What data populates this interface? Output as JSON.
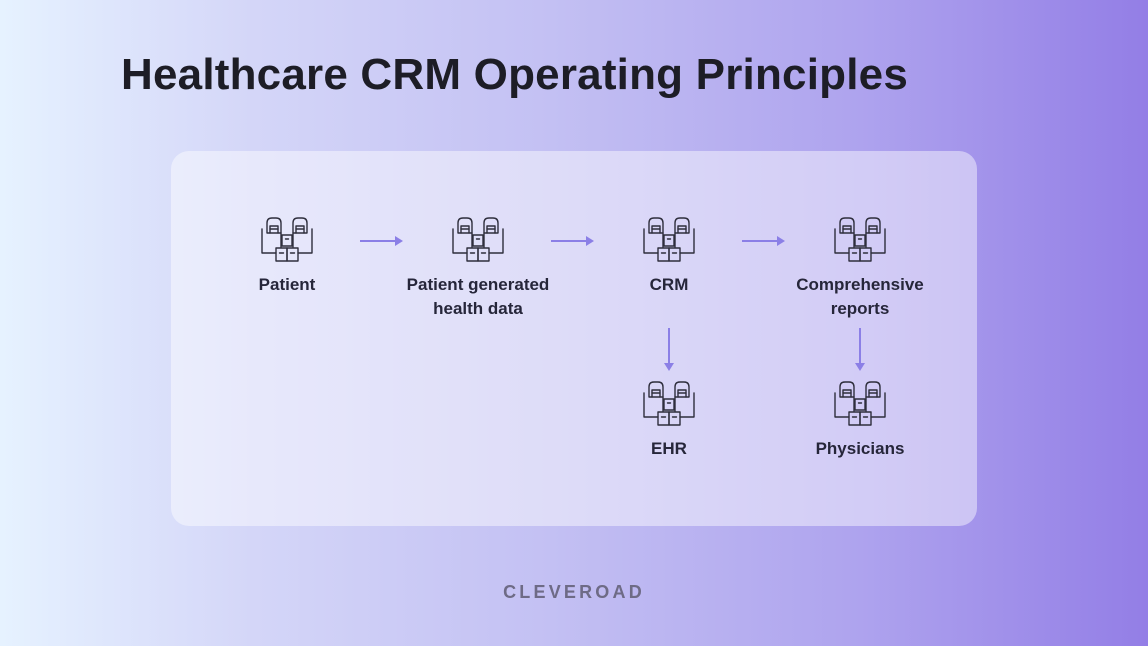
{
  "title": "Healthcare CRM Operating Principles",
  "diagram": {
    "nodes": [
      {
        "id": "patient",
        "label": "Patient",
        "icon": "building-blocks-icon"
      },
      {
        "id": "pghd",
        "label": "Patient generated health data",
        "icon": "building-blocks-icon"
      },
      {
        "id": "crm",
        "label": "CRM",
        "icon": "building-blocks-icon"
      },
      {
        "id": "reports",
        "label": "Comprehensive reports",
        "icon": "building-blocks-icon"
      },
      {
        "id": "ehr",
        "label": "EHR",
        "icon": "building-blocks-icon"
      },
      {
        "id": "physicians",
        "label": "Physicians",
        "icon": "building-blocks-icon"
      }
    ],
    "edges": [
      {
        "from": "patient",
        "to": "pghd"
      },
      {
        "from": "pghd",
        "to": "crm"
      },
      {
        "from": "crm",
        "to": "reports"
      },
      {
        "from": "crm",
        "to": "ehr"
      },
      {
        "from": "reports",
        "to": "physicians"
      }
    ]
  },
  "brand": "CLEVEROAD",
  "colors": {
    "arrow": "#8b7fe6",
    "icon_stroke": "#2e2e3c",
    "title": "#1d1d26"
  }
}
